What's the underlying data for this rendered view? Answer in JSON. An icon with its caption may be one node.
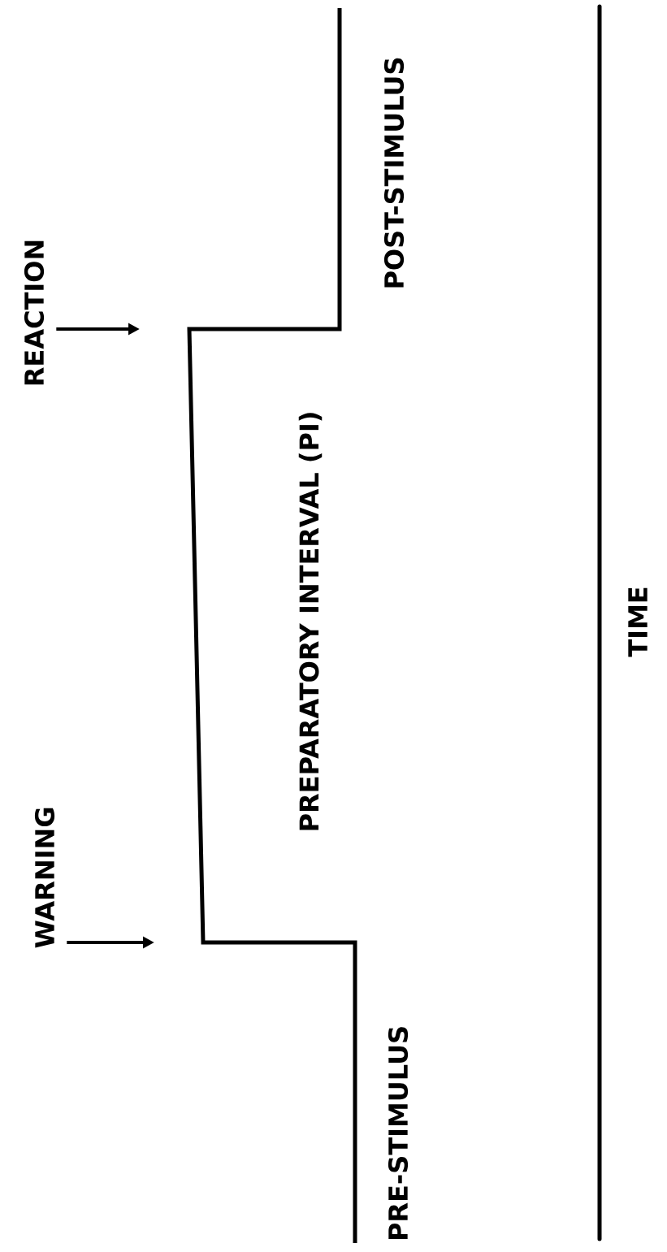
{
  "diagram": {
    "nodes": [
      {
        "text": [
          "WARNING"
        ]
      },
      {
        "text": [
          "REACTION"
        ]
      }
    ],
    "edges": [
      {
        "from": 0,
        "to": null,
        "arrow": "to"
      },
      {
        "from": 1,
        "to": null,
        "arrow": "to"
      }
    ],
    "labels": [
      "POST-STIMULUS",
      "PREPARATORY INTERVAL (PI)",
      "PRE-STIMULUS",
      "TIME"
    ]
  }
}
